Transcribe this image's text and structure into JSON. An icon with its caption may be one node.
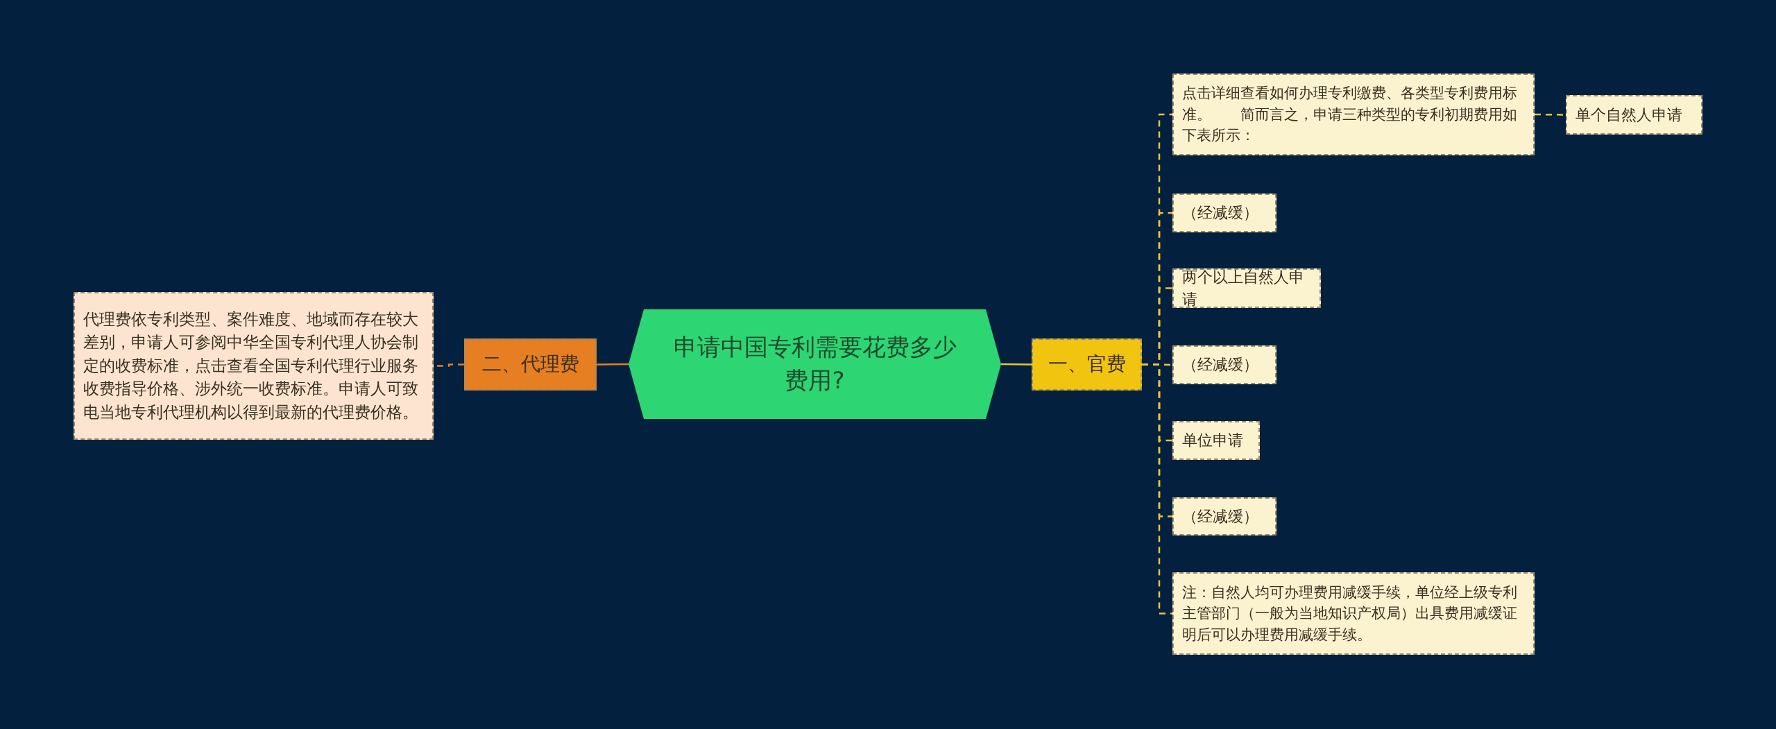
{
  "diagram": {
    "nodes": [
      {
        "text": [
          "申请中国专利需要花费多少费用?"
        ]
      },
      {
        "text": [
          "二、代理费"
        ]
      },
      {
        "text": [
          "代理费依专利类型、案件难度、地域而存在较大差别，申请人可参阅中华全国专利代理人协会制定的收费标准，点击查看全国专利代理行业服务收费指导价格、涉外统一收费标准。申请人可致电当地专利代理机构以得到最新的代理费价格。"
        ]
      },
      {
        "text": [
          "一、官费"
        ]
      },
      {
        "text": [
          "点击详细查看如何办理专利缴费、各类型专利费用标准。　　简而言之，申请三种类型的专利初期费用如下表所示："
        ]
      },
      {
        "text": [
          "单个自然人申请"
        ]
      },
      {
        "text": [
          "（经减缓）"
        ]
      },
      {
        "text": [
          "两个以上自然人申请"
        ]
      },
      {
        "text": [
          "（经减缓）"
        ]
      },
      {
        "text": [
          "单位申请"
        ]
      },
      {
        "text": [
          "（经减缓）"
        ]
      },
      {
        "text": [
          "注：自然人均可办理费用减缓手续，单位经上级专利主管部门（一般为当地知识产权局）出具费用减缓证明后可以办理费用减缓手续。"
        ]
      }
    ],
    "edges": [
      {
        "from": 0,
        "to": 1,
        "arrow": "none",
        "color": "#e67e22"
      },
      {
        "from": 1,
        "to": 2,
        "arrow": "none",
        "style": "dashed",
        "color": "#e67e22"
      },
      {
        "from": 0,
        "to": 3,
        "arrow": "none"
      },
      {
        "from": 3,
        "to": 4,
        "arrow": "none",
        "style": "dashed"
      },
      {
        "from": 4,
        "to": 5,
        "arrow": "none",
        "style": "dashed"
      },
      {
        "from": 3,
        "to": 6,
        "arrow": "none",
        "style": "dashed"
      },
      {
        "from": 3,
        "to": 7,
        "arrow": "none",
        "style": "dashed"
      },
      {
        "from": 3,
        "to": 8,
        "arrow": "none",
        "style": "dashed"
      },
      {
        "from": 3,
        "to": 9,
        "arrow": "none",
        "style": "dashed"
      },
      {
        "from": 3,
        "to": 10,
        "arrow": "none",
        "style": "dashed"
      },
      {
        "from": 3,
        "to": 11,
        "arrow": "none",
        "style": "dashed"
      }
    ]
  }
}
